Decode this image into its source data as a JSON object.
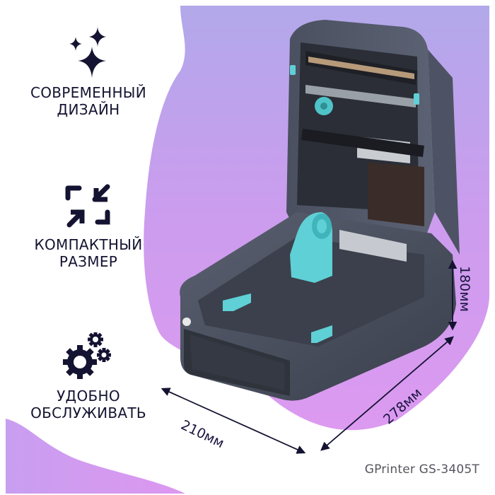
{
  "features": [
    {
      "icon": "sparkles-icon",
      "label_line1": "СОВРЕМЕННЫЙ",
      "label_line2": "ДИЗАЙН"
    },
    {
      "icon": "compress-arrows-icon",
      "label_line1": "КОМПАКТНЫЙ",
      "label_line2": "РАЗМЕР"
    },
    {
      "icon": "gears-icon",
      "label_line1": "УДОБНО",
      "label_line2": "ОБСЛУЖИВАТЬ"
    }
  ],
  "dimensions": {
    "width": "210мм",
    "depth": "278мм",
    "height": "180мм"
  },
  "product": {
    "model": "GPrinter GS-3405T"
  },
  "colors": {
    "icon_navy": "#141331",
    "blob_purple_top": "#b2a6ea",
    "blob_purple_bottom": "#d79cf0",
    "printer_body": "#4a5060",
    "accent_teal": "#5fd0d6"
  }
}
